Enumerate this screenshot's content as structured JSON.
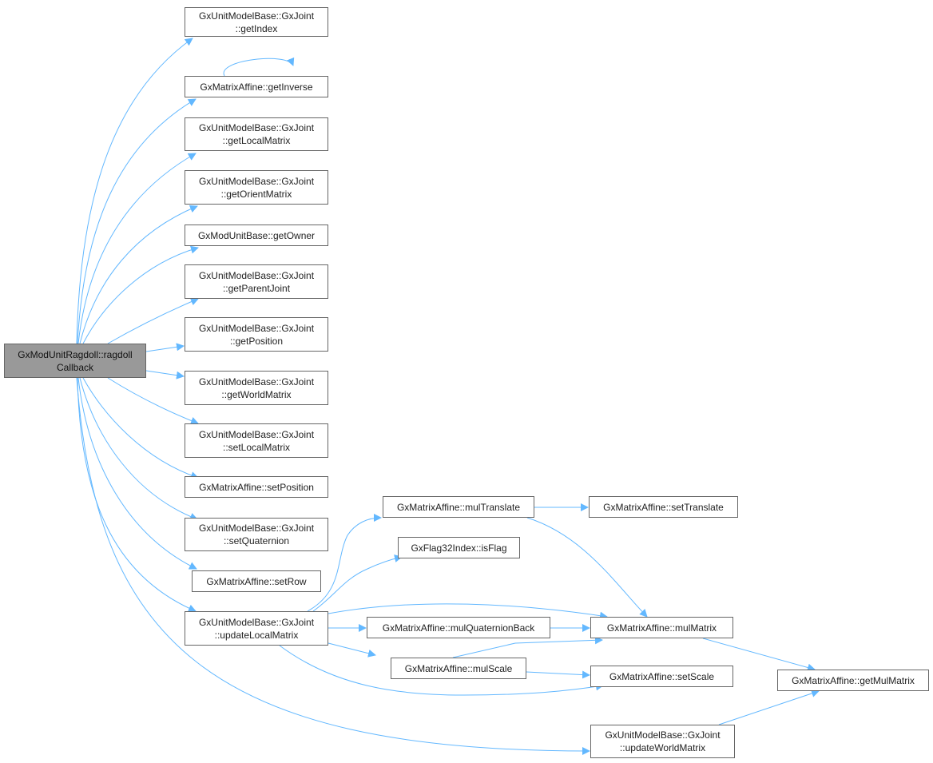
{
  "colors": {
    "edge": "#63b8ff",
    "root_fill": "#999999",
    "node_border": "#666666"
  },
  "nodes": [
    {
      "id": "root",
      "lines": [
        "GxModUnitRagdoll::ragdoll",
        "Callback"
      ]
    },
    {
      "id": "getIndex",
      "lines": [
        "GxUnitModelBase::GxJoint",
        "::getIndex"
      ]
    },
    {
      "id": "getInverse",
      "lines": [
        "GxMatrixAffine::getInverse"
      ]
    },
    {
      "id": "getLocalMatrix",
      "lines": [
        "GxUnitModelBase::GxJoint",
        "::getLocalMatrix"
      ]
    },
    {
      "id": "getOrientMatrix",
      "lines": [
        "GxUnitModelBase::GxJoint",
        "::getOrientMatrix"
      ]
    },
    {
      "id": "getOwner",
      "lines": [
        "GxModUnitBase::getOwner"
      ]
    },
    {
      "id": "getParentJoint",
      "lines": [
        "GxUnitModelBase::GxJoint",
        "::getParentJoint"
      ]
    },
    {
      "id": "getPosition",
      "lines": [
        "GxUnitModelBase::GxJoint",
        "::getPosition"
      ]
    },
    {
      "id": "getWorldMatrix",
      "lines": [
        "GxUnitModelBase::GxJoint",
        "::getWorldMatrix"
      ]
    },
    {
      "id": "setLocalMatrix",
      "lines": [
        "GxUnitModelBase::GxJoint",
        "::setLocalMatrix"
      ]
    },
    {
      "id": "setPosition",
      "lines": [
        "GxMatrixAffine::setPosition"
      ]
    },
    {
      "id": "setQuaternion",
      "lines": [
        "GxUnitModelBase::GxJoint",
        "::setQuaternion"
      ]
    },
    {
      "id": "setRow",
      "lines": [
        "GxMatrixAffine::setRow"
      ]
    },
    {
      "id": "updateLocalMatrix",
      "lines": [
        "GxUnitModelBase::GxJoint",
        "::updateLocalMatrix"
      ]
    },
    {
      "id": "mulTranslate",
      "lines": [
        "GxMatrixAffine::mulTranslate"
      ]
    },
    {
      "id": "isFlag",
      "lines": [
        "GxFlag32Index::isFlag"
      ]
    },
    {
      "id": "mulQuaternionBack",
      "lines": [
        "GxMatrixAffine::mulQuaternionBack"
      ]
    },
    {
      "id": "mulScale",
      "lines": [
        "GxMatrixAffine::mulScale"
      ]
    },
    {
      "id": "setTranslate",
      "lines": [
        "GxMatrixAffine::setTranslate"
      ]
    },
    {
      "id": "mulMatrix",
      "lines": [
        "GxMatrixAffine::mulMatrix"
      ]
    },
    {
      "id": "setScale",
      "lines": [
        "GxMatrixAffine::setScale"
      ]
    },
    {
      "id": "getMulMatrix",
      "lines": [
        "GxMatrixAffine::getMulMatrix"
      ]
    },
    {
      "id": "updateWorldMatrix",
      "lines": [
        "GxUnitModelBase::GxJoint",
        "::updateWorldMatrix"
      ]
    }
  ],
  "edges": [
    [
      "root",
      "getIndex"
    ],
    [
      "root",
      "getInverse"
    ],
    [
      "root",
      "getLocalMatrix"
    ],
    [
      "root",
      "getOrientMatrix"
    ],
    [
      "root",
      "getOwner"
    ],
    [
      "root",
      "getParentJoint"
    ],
    [
      "root",
      "getPosition"
    ],
    [
      "root",
      "getWorldMatrix"
    ],
    [
      "root",
      "setLocalMatrix"
    ],
    [
      "root",
      "setPosition"
    ],
    [
      "root",
      "setQuaternion"
    ],
    [
      "root",
      "setRow"
    ],
    [
      "root",
      "updateLocalMatrix"
    ],
    [
      "root",
      "updateWorldMatrix"
    ],
    [
      "getInverse",
      "getInverse"
    ],
    [
      "updateLocalMatrix",
      "mulTranslate"
    ],
    [
      "updateLocalMatrix",
      "isFlag"
    ],
    [
      "updateLocalMatrix",
      "mulMatrix"
    ],
    [
      "updateLocalMatrix",
      "mulQuaternionBack"
    ],
    [
      "updateLocalMatrix",
      "mulScale"
    ],
    [
      "updateLocalMatrix",
      "setScale"
    ],
    [
      "mulTranslate",
      "setTranslate"
    ],
    [
      "mulTranslate",
      "mulMatrix"
    ],
    [
      "mulQuaternionBack",
      "mulMatrix"
    ],
    [
      "mulScale",
      "mulMatrix"
    ],
    [
      "mulScale",
      "setScale"
    ],
    [
      "mulMatrix",
      "getMulMatrix"
    ],
    [
      "updateWorldMatrix",
      "getMulMatrix"
    ]
  ]
}
